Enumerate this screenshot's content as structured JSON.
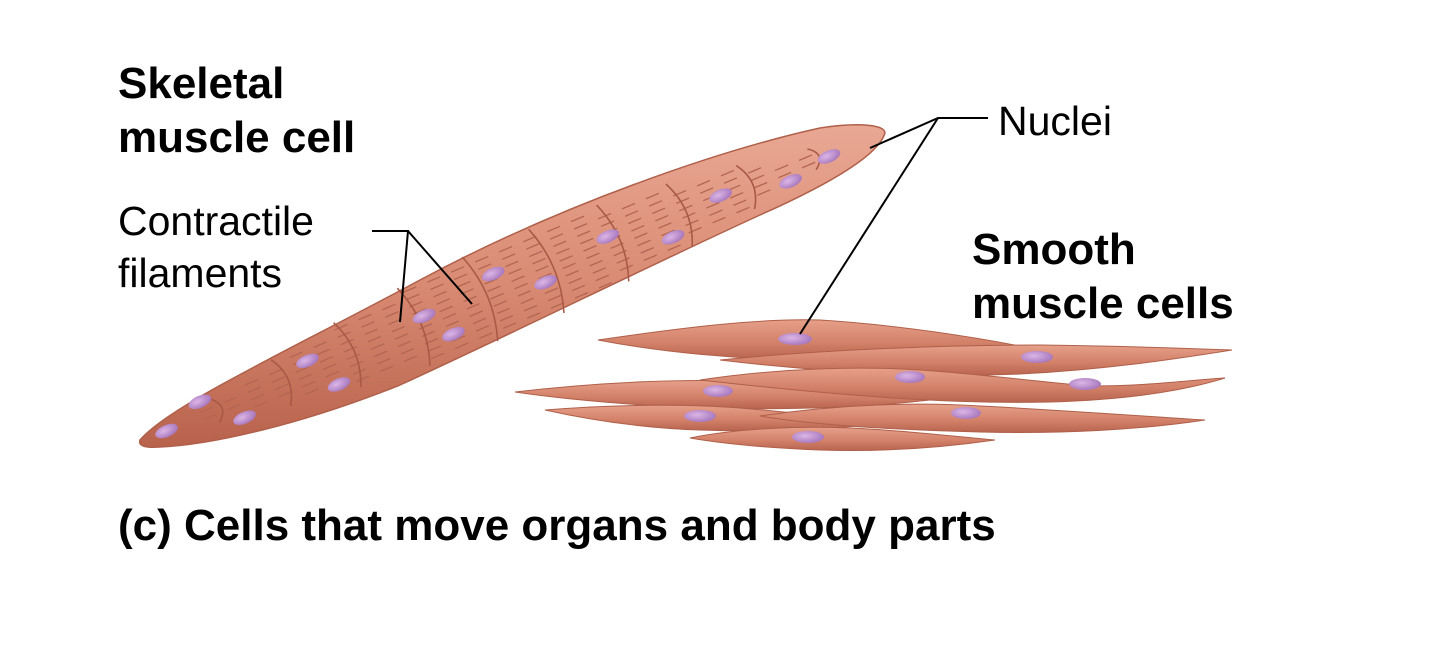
{
  "labels": {
    "skeletal_line1": "Skeletal",
    "skeletal_line2": "muscle cell",
    "contractile_line1": "Contractile",
    "contractile_line2": "filaments",
    "nuclei": "Nuclei",
    "smooth_line1": "Smooth",
    "smooth_line2": "muscle cells"
  },
  "caption": "(c) Cells that move organs and body parts",
  "colors": {
    "muscle": "#d98a72",
    "muscle_dark": "#b8624c",
    "nucleus": "#b784c9",
    "leader_line": "#000000"
  }
}
